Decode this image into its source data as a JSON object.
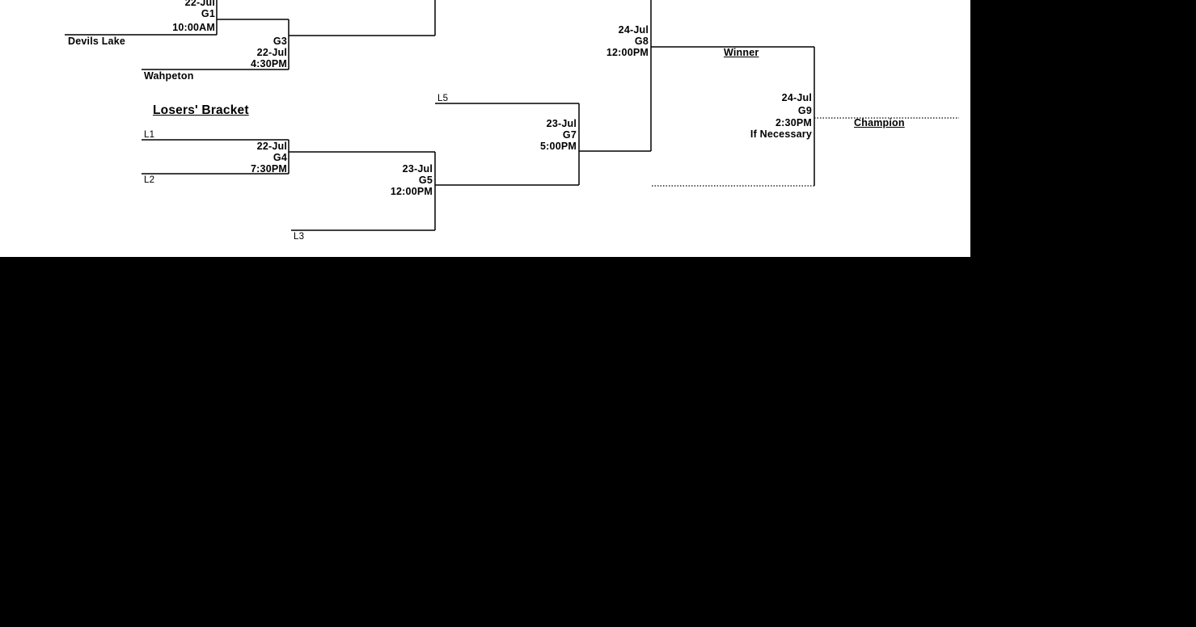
{
  "bracket": {
    "winners_upper": {
      "g1": {
        "date": "22-Jul",
        "game": "G1",
        "time": "10:00AM"
      },
      "g3": {
        "game": "G3",
        "date": "22-Jul",
        "time": "4:30PM"
      },
      "teams": {
        "team_a": "Devils Lake",
        "team_b": "Wahpeton"
      }
    },
    "losers": {
      "title": "Losers' Bracket",
      "slots": {
        "l1": "L1",
        "l2": "L2",
        "l3": "L3",
        "l5": "L5"
      },
      "g4": {
        "date": "22-Jul",
        "game": "G4",
        "time": "7:30PM"
      },
      "g5": {
        "date": "23-Jul",
        "game": "G5",
        "time": "12:00PM"
      },
      "g7": {
        "date": "23-Jul",
        "game": "G7",
        "time": "5:00PM"
      }
    },
    "final": {
      "g8": {
        "date": "24-Jul",
        "game": "G8",
        "time": "12:00PM"
      },
      "winner_label": "Winner",
      "g9": {
        "date": "24-Jul",
        "game": "G9",
        "time": "2:30PM",
        "note": "If Necessary"
      },
      "champion_label": "Champion"
    }
  }
}
